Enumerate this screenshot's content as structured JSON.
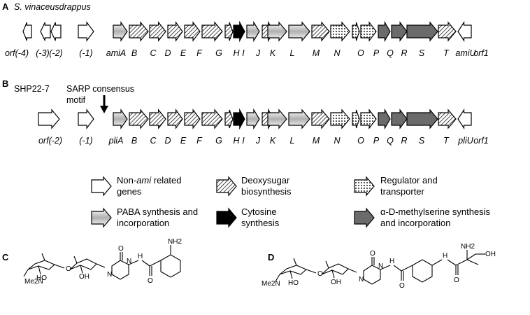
{
  "panel_letters": {
    "a": "A",
    "b": "B",
    "c": "C",
    "d": "D"
  },
  "panel_a": {
    "organism": "S. vinaceusdrappus",
    "labels": [
      "orf(-4)",
      "(-3)",
      "(-2)",
      "(-1)",
      "amiA",
      "B",
      "C",
      "D",
      "E",
      "F",
      "G",
      "H",
      "I",
      "J",
      "K",
      "L",
      "M",
      "N",
      "O",
      "P",
      "Q",
      "R",
      "S",
      "T",
      "amiU",
      "orf1"
    ]
  },
  "panel_b": {
    "strain": "SHP22-7",
    "annotation_line1": "SARP consensus",
    "annotation_line2": "motif",
    "labels": [
      "orf(-2)",
      "(-1)",
      "pliA",
      "B",
      "C",
      "D",
      "E",
      "F",
      "G",
      "H",
      "I",
      "J",
      "K",
      "L",
      "M",
      "N",
      "O",
      "P",
      "Q",
      "R",
      "S",
      "T",
      "pliU",
      "orf1"
    ]
  },
  "legend": {
    "non_related_1a": "Non-",
    "non_related_1b": "ami",
    "non_related_1c": " related",
    "non_related_2": "genes",
    "deoxy_1": "Deoxysugar",
    "deoxy_2": "biosynthesis",
    "regulator_1": "Regulator and",
    "regulator_2": "transporter",
    "paba_1": "PABA synthesis and",
    "paba_2": "incorporation",
    "cytosine_1": "Cytosine",
    "cytosine_2": "synthesis",
    "methylserine_1": "α-D-methylserine synthesis",
    "methylserine_2": "and incorporation"
  },
  "structure_labels": {
    "c": {
      "nh2": "NH2",
      "nme2": "Me2N",
      "ho": "HO",
      "oh": "OH",
      "o_ring": "O",
      "o_carbonyl": "O",
      "o_amide": "O",
      "n1": "N",
      "n3": "N",
      "nh": "H"
    },
    "d": {
      "nh2": "NH2",
      "nme2": "Me2N",
      "ho": "HO",
      "oh": "OH",
      "ch2oh": "OH",
      "o_ring": "O",
      "o_carbonyl": "O",
      "o_amide": "O",
      "o_amide2": "O",
      "n1": "N",
      "n3": "N",
      "nh": "H",
      "nh2b": "H"
    }
  },
  "colors": {
    "dark": "#6b6b6b",
    "black": "#000000",
    "white": "#ffffff",
    "gray_light": "#c8c8c8"
  }
}
